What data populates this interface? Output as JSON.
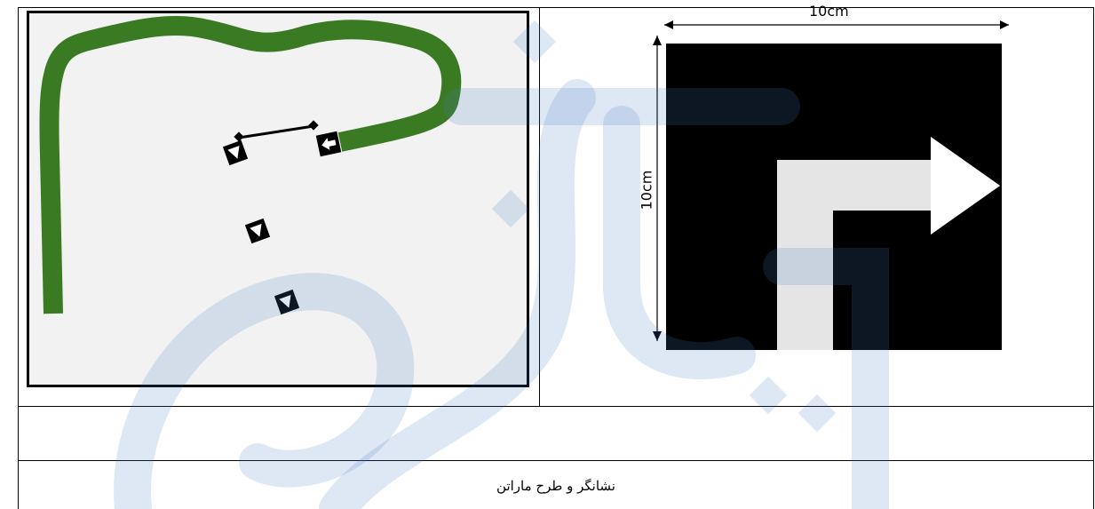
{
  "figure": {
    "marker_panel": {
      "width_label": "10cm",
      "height_label": "10cm"
    },
    "caption": "نشانگر و طرح ماراتن"
  },
  "colors": {
    "track_green": "#3a7a22",
    "panel_background": "#f2f2f2",
    "marker_black": "#000000",
    "marker_arrow_light": "#e5e5e5",
    "watermark_blue": "#4a78c2"
  },
  "icons": {
    "track_markers": [
      "arrow-left-marker-icon",
      "arrow-down-marker-icon",
      "arrow-down-marker-icon",
      "arrow-down-marker-icon"
    ],
    "fiducial_marker": "turn-right-arrow-marker-icon"
  }
}
